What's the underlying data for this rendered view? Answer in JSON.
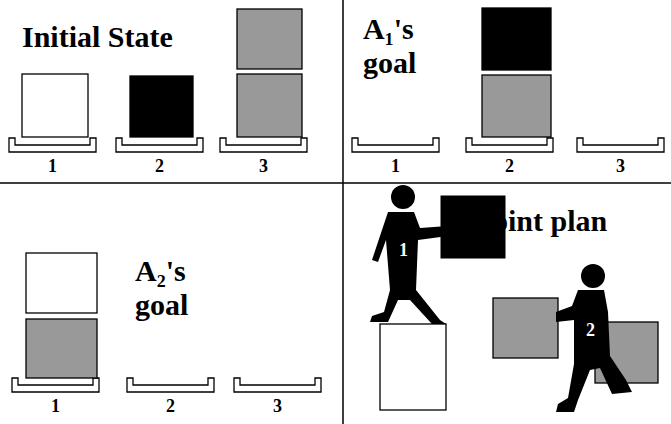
{
  "diagram": {
    "labels": [
      "Initial State",
      "1",
      "2",
      "3",
      "A₁'s goal",
      "1",
      "2",
      "3",
      "A₂'s goal",
      "1",
      "2",
      "3",
      "Joint plan",
      "1",
      "2"
    ]
  }
}
